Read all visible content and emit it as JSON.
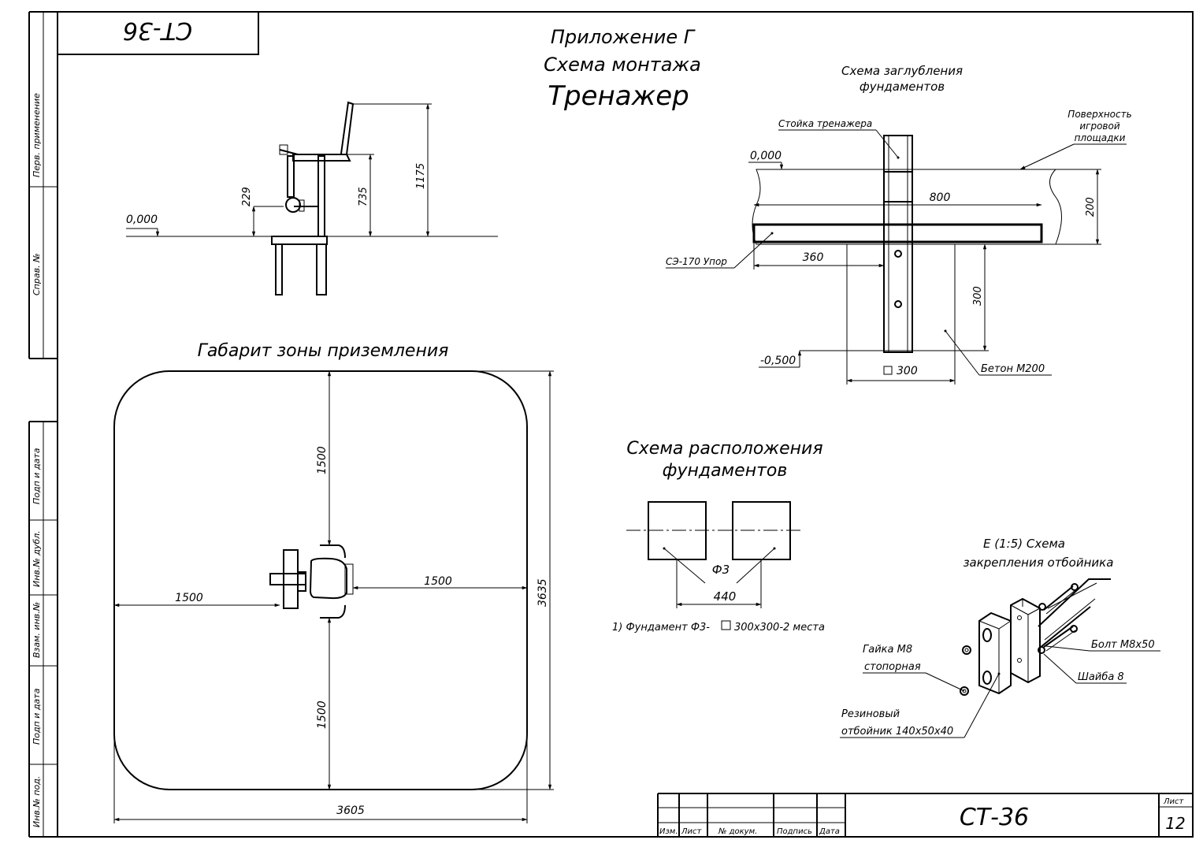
{
  "sheet": {
    "code_top": "СТ-36",
    "side_labels": [
      "Перв. применение",
      "Справ. №",
      "Подп и дата",
      "Инв.№ дубл.",
      "Взам. инв.№",
      "Подп и дата",
      "Инв.№ под."
    ]
  },
  "header": {
    "line1": "Приложение Г",
    "line2": "Схема монтажа",
    "line3": "Тренажер"
  },
  "elevation": {
    "zero": "0,000",
    "dim_229": "229",
    "dim_735": "735",
    "dim_1175": "1175"
  },
  "depth_scheme": {
    "title_line1": "Схема заглубления",
    "title_line2": "фундаментов",
    "post_label": "Стойка тренажера",
    "surface_line1": "Поверхность",
    "surface_line2": "игровой",
    "surface_line3": "площадки",
    "zero": "0,000",
    "dim_800": "800",
    "dim_200": "200",
    "support_label": "СЭ-170  Упор",
    "dim_360": "360",
    "dim_300_vertical": "300",
    "minus_level": "-0,500",
    "square_300": "300",
    "concrete": "Бетон М200"
  },
  "landing_zone": {
    "title": "Габарит зоны приземления",
    "dim_top": "1500",
    "dim_bottom": "1500",
    "dim_left": "1500",
    "dim_right": "1500",
    "dim_height": "3635",
    "dim_width": "3605"
  },
  "foundation_layout": {
    "title_line1": "Схема расположения",
    "title_line2": "фундаментов",
    "mark": "Ф3",
    "dim_440": "440",
    "note_prefix": "1) Фундамент Ф3-",
    "note_suffix": "300х300-2 места"
  },
  "bumper": {
    "title_line1": "Е (1:5) Схема",
    "title_line2": "закрепления отбойника",
    "nut_line1": "Гайка М8",
    "nut_line2": "стопорная",
    "bolt": "Болт М8х50",
    "washer": "Шайба 8",
    "rubber_line1": "Резиновый",
    "rubber_line2": "отбойник 140х50х40"
  },
  "title_block": {
    "col_izm": "Изм.",
    "col_list": "Лист",
    "col_doc": "№ докум.",
    "col_sign": "Подпись",
    "col_date": "Дата",
    "code": "СТ-36",
    "sheet_label": "Лист",
    "sheet_number": "12"
  }
}
